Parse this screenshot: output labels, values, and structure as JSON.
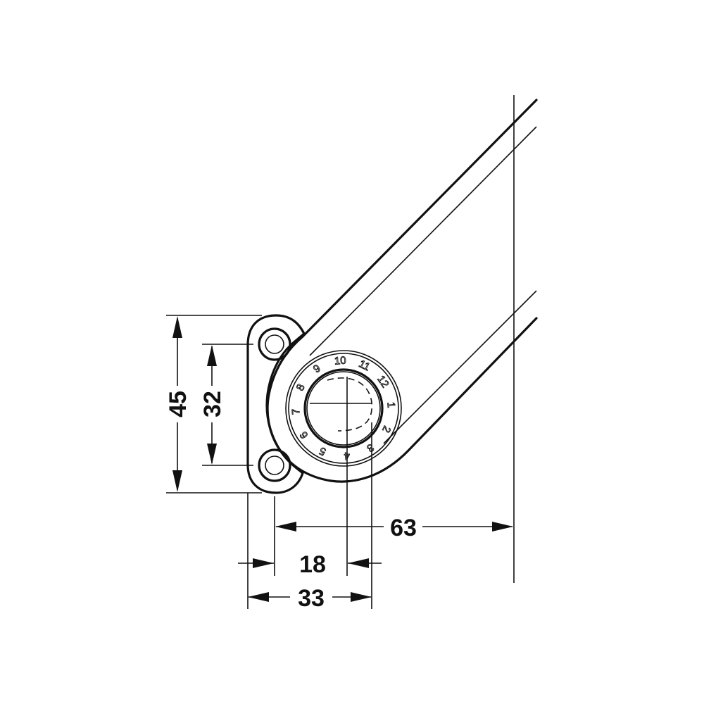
{
  "dimensions": {
    "height_outer": "45",
    "height_hole_spacing": "32",
    "offset_63": "63",
    "offset_18": "18",
    "width_33": "33"
  },
  "dial": {
    "numbers": [
      "9",
      "10",
      "11",
      "12",
      "1",
      "2",
      "3",
      "4",
      "5",
      "6",
      "7",
      "8"
    ]
  },
  "colors": {
    "line": "#111111",
    "background": "#ffffff"
  }
}
